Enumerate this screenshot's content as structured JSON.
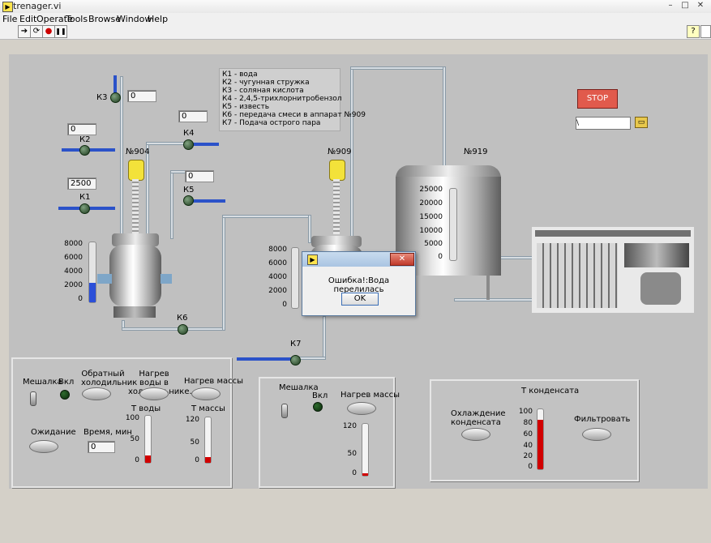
{
  "window": {
    "title": "trenager.vi",
    "minimize": "–",
    "maximize": "□",
    "close": "✕"
  },
  "menu": [
    "File",
    "Edit",
    "Operate",
    "Tools",
    "Browse",
    "Window",
    "Help"
  ],
  "toolbar": {
    "run_icon": "➔",
    "run_cont_icon": "⟳",
    "abort_icon": "●",
    "pause_icon": "❚❚",
    "help_icon": "?"
  },
  "legend": [
    "К1 - вода",
    "К2 - чугунная стружка",
    "К3 - соляная кислота",
    "К4 - 2,4,5-трихлорнитробензол",
    "К5 - известь",
    "К6 - передача смеси в аппарат №909",
    "К7 - Подача острого пара"
  ],
  "valves": {
    "k1": "К1",
    "k2": "К2",
    "k3": "К3",
    "k4": "К4",
    "k5": "К5",
    "k6": "К6",
    "k7": "К7"
  },
  "inputs": {
    "k3_value": "0",
    "k4_value": "0",
    "k2_value": "0",
    "k5_value": "0",
    "k1_value": "2500",
    "time_value": "0",
    "path_value": "\\"
  },
  "reactors": {
    "r904": {
      "label": "№904",
      "ticks": [
        "8000",
        "6000",
        "4000",
        "2000",
        "0"
      ],
      "level": 0.33
    },
    "r909": {
      "label": "№909",
      "ticks": [
        "8000",
        "6000",
        "4000",
        "2000",
        "0"
      ],
      "level": 0.0
    },
    "r919": {
      "label": "№919",
      "ticks": [
        "25000",
        "20000",
        "15000",
        "10000",
        "5000",
        "0"
      ],
      "level": 0.0
    }
  },
  "stop_button": "STOP",
  "dialog": {
    "message": "Ошибка!:Вода перелилась",
    "ok": "OK"
  },
  "panel1": {
    "stirrer": "Мешалка",
    "on": "Вкл",
    "reflux": "Обратный холодильник",
    "heat_water": "Нагрев воды в холодильнике.",
    "heat_mass": "Нагрев массы",
    "waiting": "Ожидание",
    "time": "Время, мин",
    "t_water": "Т воды",
    "t_mass": "Т массы",
    "t_water_ticks": [
      "100",
      "50",
      "0"
    ],
    "t_mass_ticks": [
      "120",
      "50",
      "0"
    ],
    "t_water_level": 0.15,
    "t_mass_level": 0.12
  },
  "panel2": {
    "stirrer": "Мешалка",
    "on": "Вкл",
    "heat_mass": "Нагрев массы",
    "ticks": [
      "120",
      "50",
      "0"
    ],
    "level": 0.05
  },
  "panel3": {
    "cool": "Охлаждение конденсата",
    "t_cond": "Т конденсата",
    "filter": "Фильтровать",
    "ticks": [
      "100",
      "80",
      "60",
      "40",
      "20",
      "0"
    ],
    "level": 0.82
  },
  "colors": {
    "valve_green": "#1e3a1e",
    "slider_blue": "#2b52c9",
    "thermo_red": "#d10000",
    "stop_red": "#e15a4c"
  }
}
